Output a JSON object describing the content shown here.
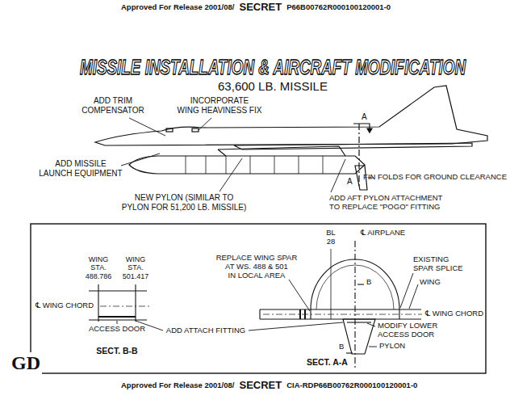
{
  "diagram": {
    "title": "MISSILE INSTALLATION & AIRCRAFT MODIFICATION",
    "labels": [
      "Approved For Release 2001/08/",
      "SECRET",
      "P66B00762R000100120001-0",
      "63,600 LB. MISSILE",
      "ADD TRIM COMPENSATOR",
      "INCORPORATE WING HEAVINESS FIX",
      "ADD MISSILE LAUNCH EQUIPMENT",
      "NEW PYLON (SIMILAR TO PYLON FOR 51,200 LB. MISSILE)",
      "A",
      "A",
      "FIN FOLDS FOR GROUND CLEARANCE",
      "ADD AFT PYLON ATTACHMENT TO REPLACE \"POGO\" FITTING",
      "BL 28",
      "℄ AIRPLANE",
      "REPLACE WING SPAR AT WS. 488 & 501 IN LOCAL AREA",
      "EXISTING SPAR SPLICE",
      "WING",
      "℄ WING CHORD",
      "B",
      "WING STA. 488.786",
      "WING STA. 501.417",
      "℄ WING CHORD",
      "ACCESS DOOR",
      "ADD ATTACH FITTING",
      "MODIFY LOWER ACCESS DOOR",
      "PYLON",
      "B",
      "SECT. B-B",
      "SECT. A-A",
      "GD",
      "Approved For Release 2001/08/",
      "SECRET",
      "CIA-RDP66B00762R000100120001-0"
    ]
  }
}
